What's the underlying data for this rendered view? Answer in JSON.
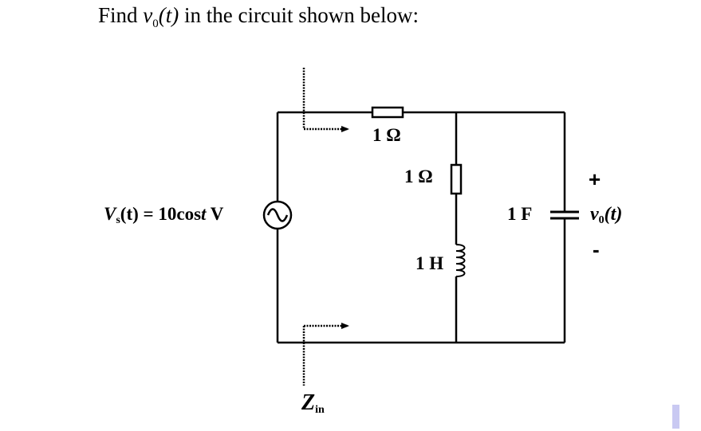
{
  "question": {
    "prefix": "Find ",
    "var": "v",
    "var_sub": "0",
    "arg": "(t)",
    "suffix": " in the circuit shown below:"
  },
  "source": {
    "lhs_v": "V",
    "lhs_sub": "s",
    "lhs_arg": "(t)",
    "rhs": " = 10cos",
    "rhs_t": "t",
    "unit": " V"
  },
  "components": {
    "r_series": "1 Ω",
    "r_shunt": "1 Ω",
    "inductor": "1 H",
    "capacitor": "1 F"
  },
  "output": {
    "plus": "+",
    "minus": "-",
    "var": "v",
    "sub": "0",
    "arg": "(t)"
  },
  "zin": {
    "main": "Z",
    "sub": "in"
  }
}
